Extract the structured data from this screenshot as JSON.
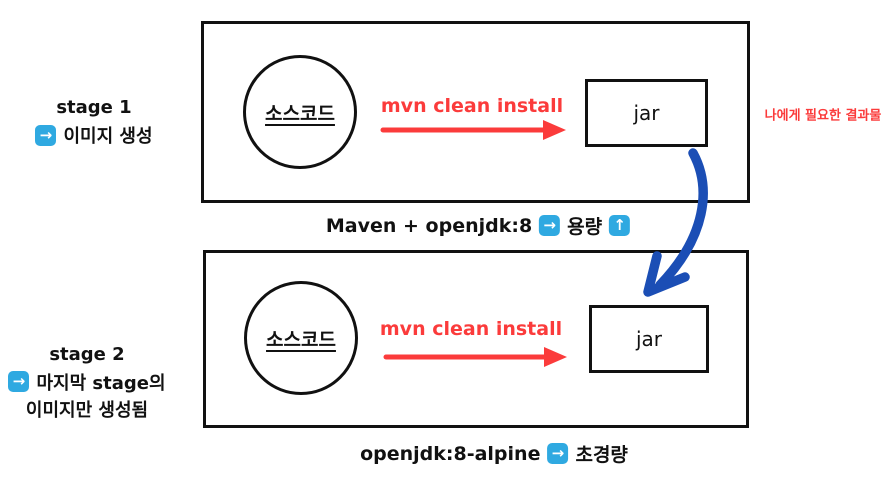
{
  "colors": {
    "ink": "#111111",
    "red": "#fb3b3b",
    "blue": "#1b4eb5",
    "icon_blue": "#2fa9e1"
  },
  "icons": {
    "right_arrow": "→",
    "up_arrow": "↑"
  },
  "stage1": {
    "side_title": "stage 1",
    "side_note": "이미지 생성",
    "circle_label": "소스코드",
    "command_label": "mvn clean install",
    "jar_label": "jar",
    "annotation": "나에게 필요한 결과물",
    "caption_left": "Maven + openjdk:8",
    "caption_word": "용량"
  },
  "stage2": {
    "side_title": "stage 2",
    "side_note_line1": "마지막 stage의",
    "side_note_line2": "이미지만 생성됨",
    "circle_label": "소스코드",
    "command_label": "mvn clean install",
    "jar_label": "jar",
    "caption_left": "openjdk:8-alpine",
    "caption_word": "초경량"
  }
}
